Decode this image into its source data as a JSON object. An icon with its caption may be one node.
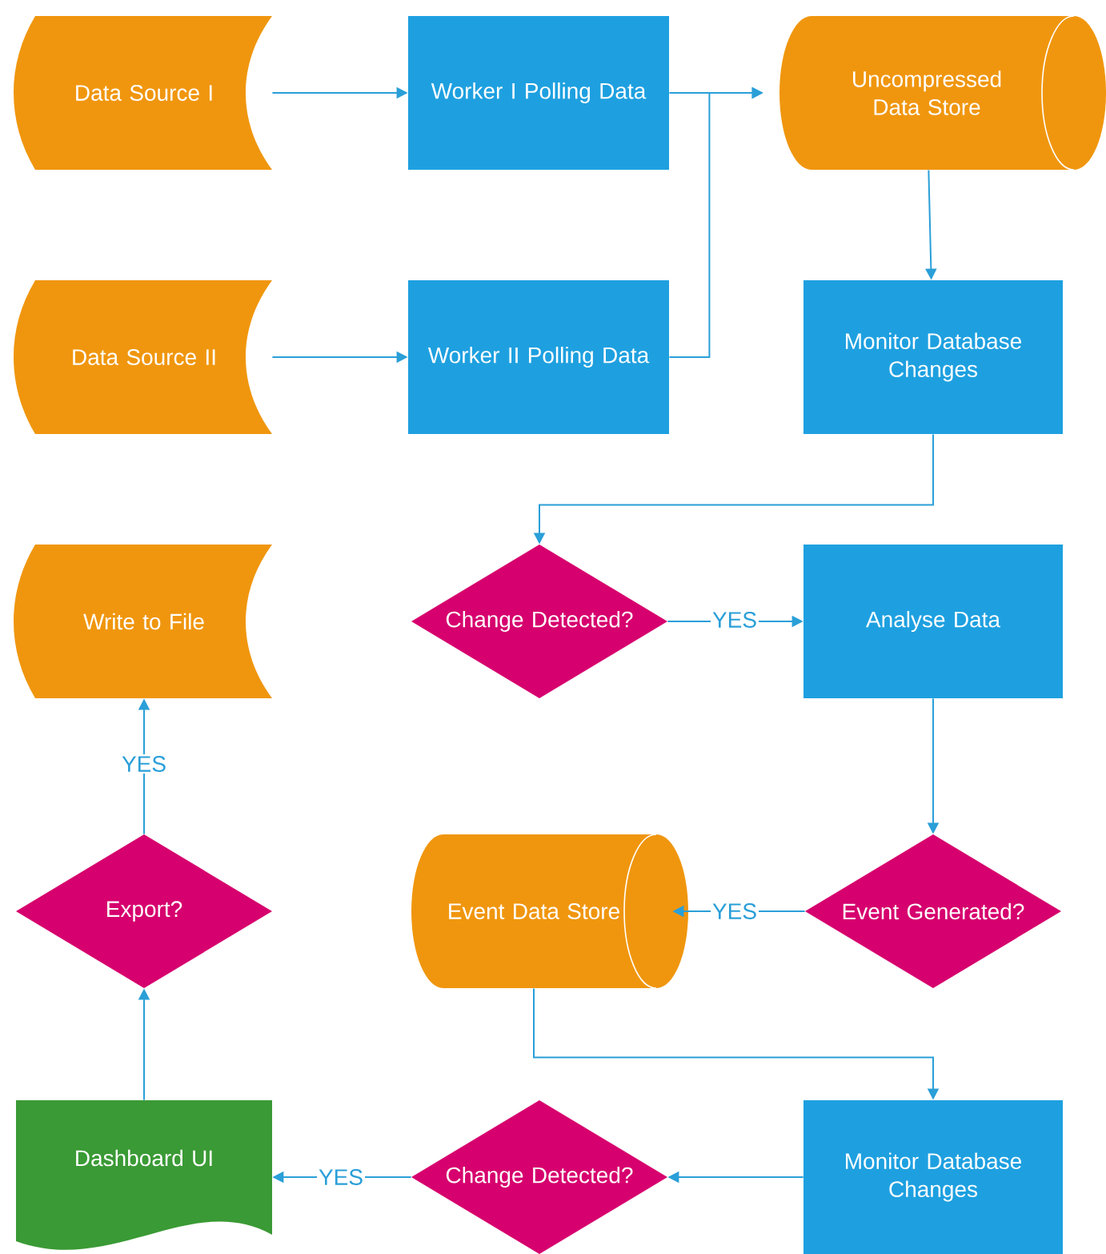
{
  "diagram": {
    "nodes": [
      {
        "text": [
          "Data Source I"
        ]
      },
      {
        "text": [
          "Worker I Polling Data"
        ]
      },
      {
        "text": [
          "Uncompressed Data Store"
        ]
      },
      {
        "text": [
          "Data Source II"
        ]
      },
      {
        "text": [
          "Worker II Polling Data"
        ]
      },
      {
        "text": [
          "Monitor Database Changes"
        ]
      },
      {
        "text": [
          "Write to File"
        ]
      },
      {
        "text": [
          "Change Detected?"
        ]
      },
      {
        "text": [
          "Analyse Data"
        ]
      },
      {
        "text": [
          "Export?"
        ]
      },
      {
        "text": [
          "Event Data Store"
        ]
      },
      {
        "text": [
          "Event Generated?"
        ]
      },
      {
        "text": [
          "Dashboard UI"
        ]
      },
      {
        "text": [
          "Change Detected?"
        ]
      },
      {
        "text": [
          "Monitor Database Changes"
        ]
      }
    ],
    "edges": [
      {
        "from": 0,
        "to": 1,
        "arrow": "to"
      },
      {
        "from": 1,
        "to": 2,
        "arrow": "to"
      },
      {
        "from": 3,
        "to": 4,
        "arrow": "to"
      },
      {
        "from": 4,
        "to": 2,
        "arrow": "to"
      },
      {
        "from": 2,
        "to": 5,
        "arrow": "to"
      },
      {
        "from": 5,
        "to": 7,
        "arrow": "to"
      },
      {
        "from": 7,
        "to": 8,
        "label": "YES",
        "arrow": "to"
      },
      {
        "from": 8,
        "to": 11,
        "arrow": "to"
      },
      {
        "from": 11,
        "to": 10,
        "label": "YES",
        "arrow": "to"
      },
      {
        "from": 10,
        "to": 14,
        "arrow": "to"
      },
      {
        "from": 14,
        "to": 13,
        "arrow": "to"
      },
      {
        "from": 13,
        "to": 12,
        "label": "YES",
        "arrow": "to"
      },
      {
        "from": 12,
        "to": 9,
        "arrow": "to"
      },
      {
        "from": 9,
        "to": 6,
        "label": "YES",
        "arrow": "to"
      }
    ]
  }
}
